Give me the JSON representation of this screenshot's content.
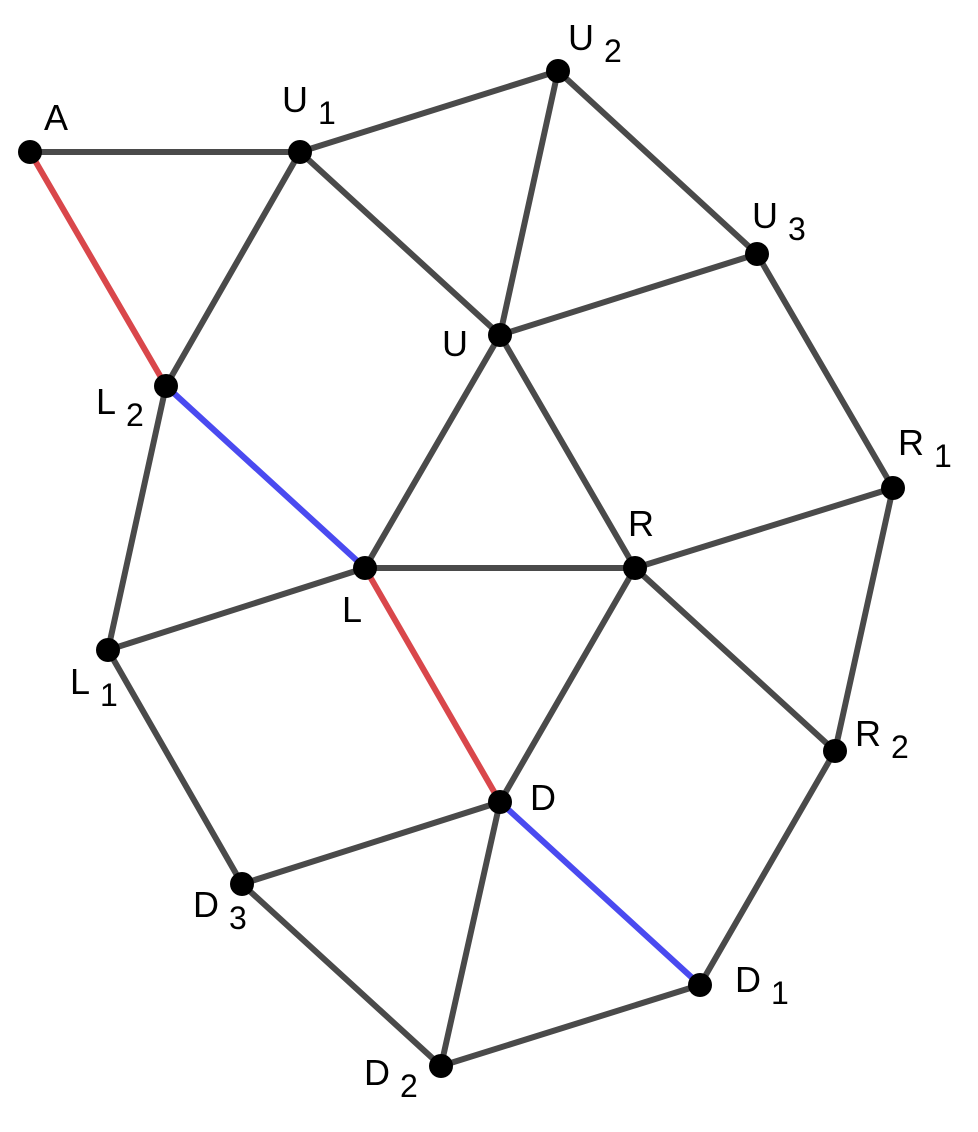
{
  "colors": {
    "edge_default": "#4a4a4a",
    "edge_red": "#d9474b",
    "edge_blue": "#4a4af0",
    "node": "#000000",
    "label": "#000000"
  },
  "nodes": {
    "A": {
      "name": "A",
      "sub": ""
    },
    "U1": {
      "name": "U",
      "sub": "1"
    },
    "U2": {
      "name": "U",
      "sub": "2"
    },
    "U3": {
      "name": "U",
      "sub": "3"
    },
    "U": {
      "name": "U",
      "sub": ""
    },
    "L2": {
      "name": "L",
      "sub": "2"
    },
    "L": {
      "name": "L",
      "sub": ""
    },
    "L1": {
      "name": "L",
      "sub": "1"
    },
    "R": {
      "name": "R",
      "sub": ""
    },
    "R1": {
      "name": "R",
      "sub": "1"
    },
    "R2": {
      "name": "R",
      "sub": "2"
    },
    "D": {
      "name": "D",
      "sub": ""
    },
    "D1": {
      "name": "D",
      "sub": "1"
    },
    "D2": {
      "name": "D",
      "sub": "2"
    },
    "D3": {
      "name": "D",
      "sub": "3"
    }
  },
  "edges": [
    {
      "from": "A",
      "to": "U1",
      "color": "default"
    },
    {
      "from": "A",
      "to": "L2",
      "color": "red"
    },
    {
      "from": "U1",
      "to": "U2",
      "color": "default"
    },
    {
      "from": "U1",
      "to": "L2",
      "color": "default"
    },
    {
      "from": "U1",
      "to": "U",
      "color": "default"
    },
    {
      "from": "U2",
      "to": "U",
      "color": "default"
    },
    {
      "from": "U2",
      "to": "U3",
      "color": "default"
    },
    {
      "from": "U3",
      "to": "U",
      "color": "default"
    },
    {
      "from": "U3",
      "to": "R1",
      "color": "default"
    },
    {
      "from": "U",
      "to": "L",
      "color": "default"
    },
    {
      "from": "U",
      "to": "R",
      "color": "default"
    },
    {
      "from": "L2",
      "to": "L",
      "color": "blue"
    },
    {
      "from": "L2",
      "to": "L1",
      "color": "default"
    },
    {
      "from": "L",
      "to": "R",
      "color": "default"
    },
    {
      "from": "L",
      "to": "L1",
      "color": "default"
    },
    {
      "from": "L",
      "to": "D",
      "color": "red"
    },
    {
      "from": "R",
      "to": "R1",
      "color": "default"
    },
    {
      "from": "R",
      "to": "R2",
      "color": "default"
    },
    {
      "from": "R",
      "to": "D",
      "color": "default"
    },
    {
      "from": "R1",
      "to": "R2",
      "color": "default"
    },
    {
      "from": "R2",
      "to": "D1",
      "color": "default"
    },
    {
      "from": "L1",
      "to": "D3",
      "color": "default"
    },
    {
      "from": "D",
      "to": "D3",
      "color": "default"
    },
    {
      "from": "D",
      "to": "D2",
      "color": "default"
    },
    {
      "from": "D",
      "to": "D1",
      "color": "blue"
    },
    {
      "from": "D3",
      "to": "D2",
      "color": "default"
    },
    {
      "from": "D2",
      "to": "D1",
      "color": "default"
    }
  ]
}
